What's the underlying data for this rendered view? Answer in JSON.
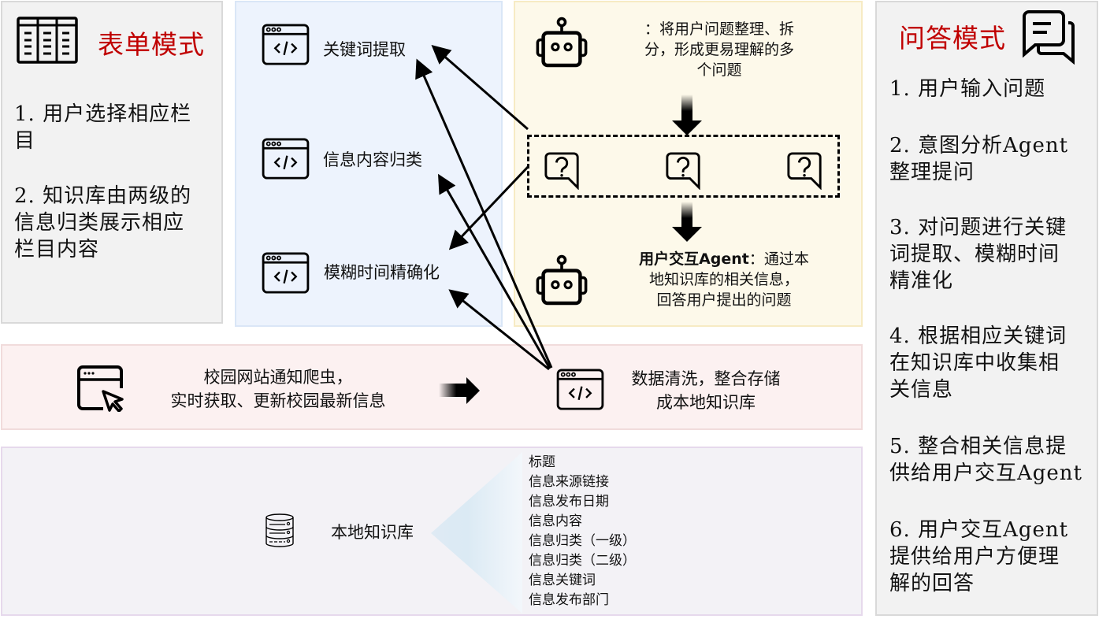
{
  "form_mode": {
    "title": "表单模式",
    "icon": "table-icon",
    "steps": [
      "1. 用户选择相应栏目",
      "2. 知识库由两级的信息归类展示相应栏目内容"
    ],
    "steps_display": [
      [
        "1.  用户选择相应栏",
        "目"
      ],
      [
        "2.  知识库由两级的",
        "信息归类展示相应",
        "栏目内容"
      ]
    ]
  },
  "functions": {
    "items": [
      {
        "label": "关键词提取",
        "icon": "code-window-icon"
      },
      {
        "label": "信息内容归类",
        "icon": "code-window-icon"
      },
      {
        "label": "模糊时间精确化",
        "icon": "code-window-icon"
      }
    ]
  },
  "agents": {
    "intent_agent": {
      "icon": "robot-icon",
      "lines": [
        "：将用户问题整理、拆",
        "分，形成更易理解的多",
        "个问题"
      ]
    },
    "questions": {
      "icon": "question-bubble-icon",
      "count": 3
    },
    "interaction_agent": {
      "icon": "robot-icon",
      "name": "用户交互Agent",
      "line1_rest": "：通过本",
      "lines": [
        "地知识库的相关信息，",
        "回答用户提出的问题"
      ]
    }
  },
  "qa_mode": {
    "title": "问答模式",
    "icon": "chat-bubbles-icon",
    "steps": [
      [
        "1.  用户输入问题"
      ],
      [
        "2.  意图分析Agent",
        "整理提问"
      ],
      [
        "3.  对问题进行关键",
        "词提取、模糊时间",
        "精准化"
      ],
      [
        "4.  根据相应关键词",
        "在知识库中收集相",
        "关信息"
      ],
      [
        "5.  整合相关信息提",
        "供给用户交互Agent"
      ],
      [
        "6.  用户交互Agent",
        "提供给用户方便理",
        "解的回答"
      ]
    ]
  },
  "crawler": {
    "icon": "browser-cursor-icon",
    "lines": [
      "校园网站通知爬虫，",
      "实时获取、更新校园最新信息"
    ]
  },
  "cleaning": {
    "icon": "code-window-icon",
    "lines": [
      "数据清洗，整合存储",
      "成本地知识库"
    ]
  },
  "knowledge_base": {
    "icon": "database-icon",
    "label": "本地知识库",
    "fields": [
      "标题",
      "信息来源链接",
      "信息发布日期",
      "信息内容",
      "信息归类（一级）",
      "信息归类（二级）",
      "信息关键词",
      "信息发布部门"
    ]
  },
  "colors": {
    "mode_title": "#c00000",
    "form_panel_bg": "#f2f2f2",
    "function_panel_bg": "#edf3fd",
    "agent_panel_bg": "#fdf9ea",
    "crawl_panel_bg": "#fcf1f1",
    "kb_panel_bg": "#f3f2f6"
  }
}
